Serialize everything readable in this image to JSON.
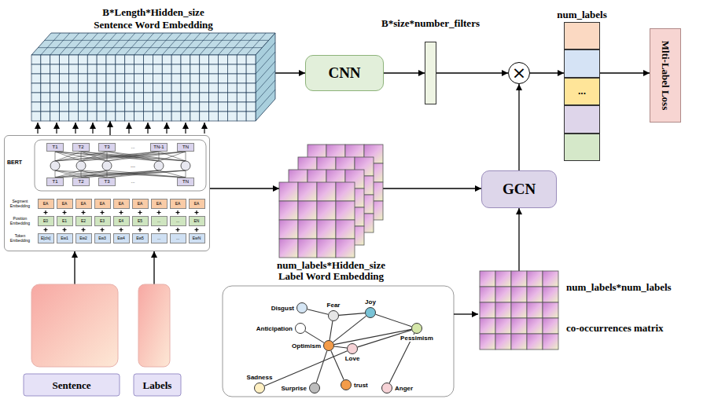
{
  "diagram": {
    "nodes": [
      {
        "text": [
          "B*Length*Hidden_size",
          "Sentence Word Embedding"
        ]
      },
      {
        "text": [
          "CNN"
        ]
      },
      {
        "text": [
          "B*size*number_filters"
        ]
      },
      {
        "text": [
          "num_labels"
        ]
      },
      {
        "text": [
          "×"
        ]
      },
      {
        "text": [
          "Mlti-Label Loss"
        ]
      },
      {
        "text": [
          "BERT"
        ]
      },
      {
        "text": [
          "num_labels*Hidden_size",
          "Label Word Embedding"
        ]
      },
      {
        "text": [
          "GCN"
        ]
      },
      {
        "text": [
          "Sentence"
        ]
      },
      {
        "text": [
          "Labels"
        ]
      },
      {
        "text": [
          "num_labels*num_labels",
          "co-occurrences matrix"
        ]
      },
      {
        "text": [
          "Disgust"
        ]
      },
      {
        "text": [
          "Fear"
        ]
      },
      {
        "text": [
          "Anticipation"
        ]
      },
      {
        "text": [
          "Joy"
        ]
      },
      {
        "text": [
          "Optimism"
        ]
      },
      {
        "text": [
          "Love"
        ]
      },
      {
        "text": [
          "Pessimism"
        ]
      },
      {
        "text": [
          "Sadness"
        ]
      },
      {
        "text": [
          "Surprise"
        ]
      },
      {
        "text": [
          "trust"
        ]
      },
      {
        "text": [
          "Anger"
        ]
      }
    ],
    "edges": [
      {
        "from": 9,
        "to": 6,
        "arrow": "to"
      },
      {
        "from": 10,
        "to": 6,
        "arrow": "to"
      },
      {
        "from": 6,
        "to": 0,
        "arrow": "to"
      },
      {
        "from": 6,
        "to": 7,
        "arrow": "to"
      },
      {
        "from": 0,
        "to": 1,
        "arrow": "to"
      },
      {
        "from": 1,
        "to": 2,
        "arrow": "to"
      },
      {
        "from": 2,
        "to": 4,
        "arrow": "to"
      },
      {
        "from": 4,
        "to": 3,
        "arrow": "to"
      },
      {
        "from": 3,
        "to": 5,
        "arrow": "to"
      },
      {
        "from": 7,
        "to": 8,
        "arrow": "to"
      },
      {
        "from": 11,
        "to": 8,
        "arrow": "to"
      },
      {
        "from": 8,
        "to": 4,
        "arrow": "to"
      },
      {
        "from": 12,
        "to": 13,
        "arrow": "none"
      },
      {
        "from": 13,
        "to": 16,
        "arrow": "none"
      },
      {
        "from": 13,
        "to": 15,
        "arrow": "none"
      },
      {
        "from": 14,
        "to": 16,
        "arrow": "none"
      },
      {
        "from": 15,
        "to": 18,
        "arrow": "none"
      },
      {
        "from": 16,
        "to": 15,
        "arrow": "none"
      },
      {
        "from": 16,
        "to": 17,
        "arrow": "none"
      },
      {
        "from": 16,
        "to": 18,
        "arrow": "none"
      },
      {
        "from": 16,
        "to": 20,
        "arrow": "none"
      },
      {
        "from": 16,
        "to": 21,
        "arrow": "none"
      },
      {
        "from": 17,
        "to": 18,
        "arrow": "none"
      },
      {
        "from": 18,
        "to": 22,
        "arrow": "none"
      },
      {
        "from": 19,
        "to": 17,
        "arrow": "none"
      }
    ],
    "labels": [
      "T1",
      "T2",
      "T3",
      "...",
      "TN-1",
      "TN",
      "...",
      "T1",
      "T2",
      "T3",
      "...",
      "TN",
      "Segment Embedding",
      "Position Embedding",
      "Token Embedding",
      "EA",
      "EA",
      "EA",
      "EA",
      "EA",
      "EA",
      "EA",
      "EA",
      "EA",
      "E0",
      "E1",
      "E2",
      "E3",
      "E4",
      "E5",
      "...",
      "...",
      "EN",
      "E[cls]",
      "Ew1",
      "Ew2",
      "Ew3",
      "Ew4",
      "Ew5",
      "...",
      "...",
      "EwN",
      "..."
    ]
  }
}
